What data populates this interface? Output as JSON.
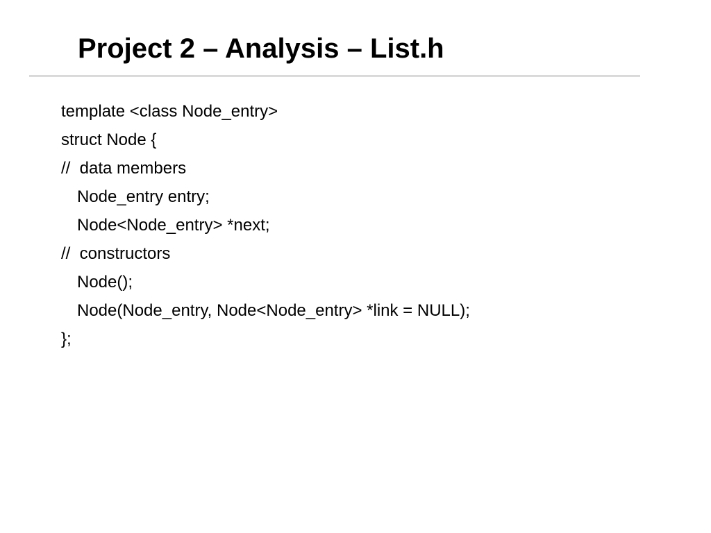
{
  "slide": {
    "title": "Project 2 – Analysis – List.h",
    "code_lines": [
      {
        "text": "template <class Node_entry>",
        "indent": 0
      },
      {
        "text": "struct Node {",
        "indent": 0
      },
      {
        "text": "//  data members",
        "indent": 0
      },
      {
        "text": "Node_entry entry;",
        "indent": 1
      },
      {
        "text": "Node<Node_entry> *next;",
        "indent": 1
      },
      {
        "text": "//  constructors",
        "indent": 0
      },
      {
        "text": "Node();",
        "indent": 1
      },
      {
        "text": "Node(Node_entry, Node<Node_entry> *link = NULL);",
        "indent": 1
      },
      {
        "text": "};",
        "indent": 0
      }
    ]
  }
}
